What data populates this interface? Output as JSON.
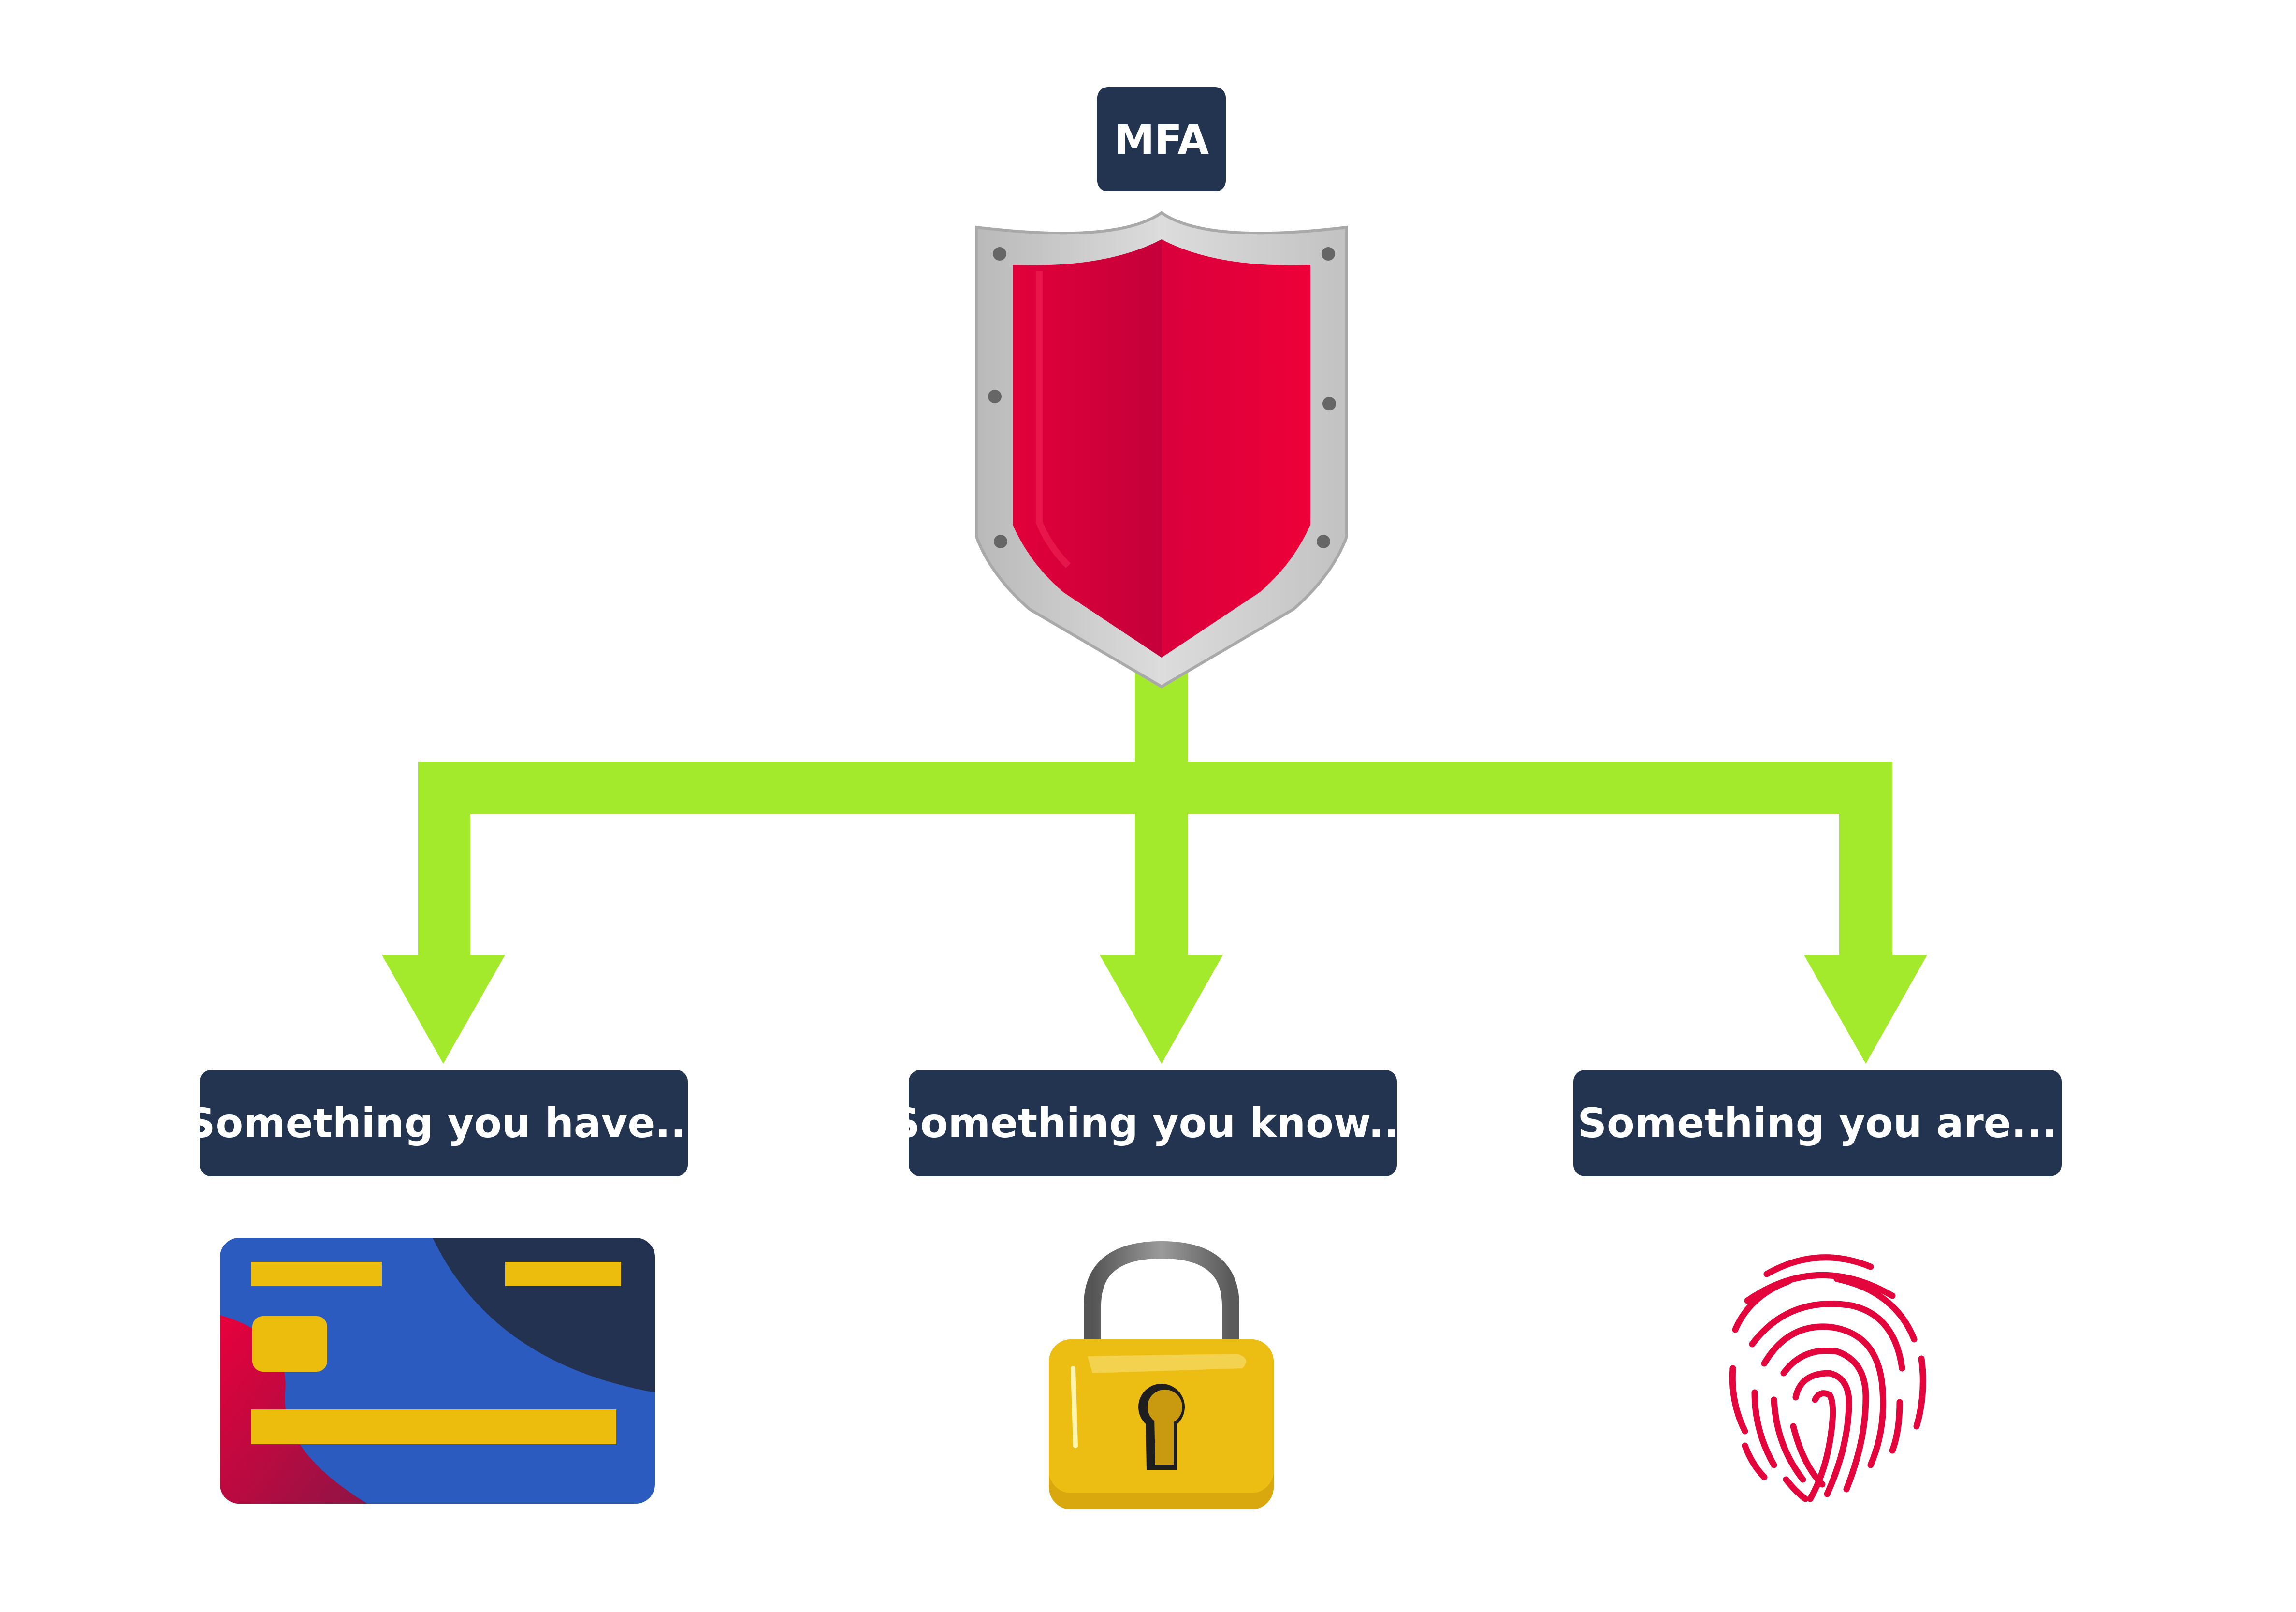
{
  "root": {
    "label": "MFA"
  },
  "factors": [
    {
      "label": "Something you have...",
      "icon": "credit-card-icon"
    },
    {
      "label": "Something you know...",
      "icon": "padlock-icon"
    },
    {
      "label": "Something you are...",
      "icon": "fingerprint-icon"
    }
  ],
  "colors": {
    "box": "#22344f",
    "arrow": "#a2ea2b",
    "shield": "#e4003a",
    "card_blue": "#2b5bbf",
    "card_yellow": "#ecbd0c",
    "lock_yellow": "#ecbd12",
    "fingerprint": "#e2063c"
  }
}
